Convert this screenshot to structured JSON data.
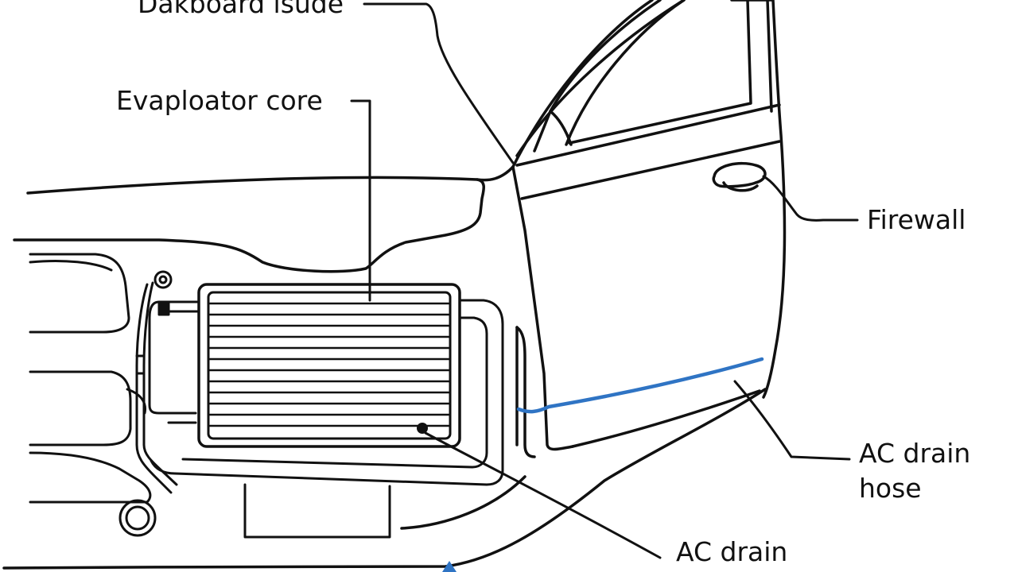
{
  "labels": {
    "dashboard_inside": "Dakboard isude",
    "evaporator_core": "Evaploator core",
    "firewall": "Firewall",
    "ac_drain_hose_line1": "AC drain",
    "ac_drain_hose_line2": "hose",
    "ac_drain": "AC drain"
  },
  "colors": {
    "line": "#111111",
    "drain_hose": "#2f74c4",
    "drip_marker": "#2f74c4",
    "background": "#ffffff"
  }
}
